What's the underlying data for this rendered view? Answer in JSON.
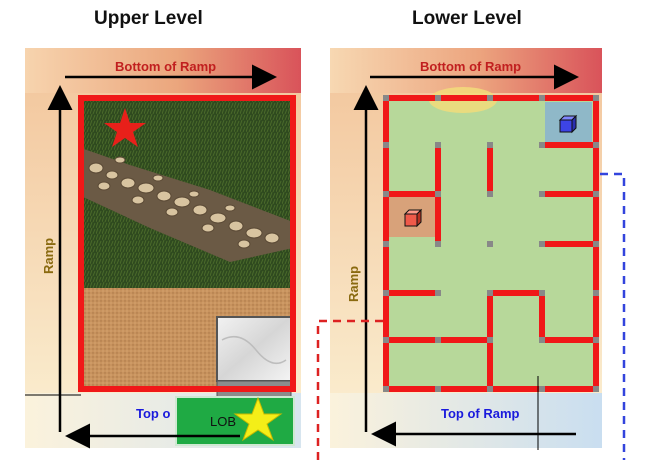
{
  "upper": {
    "title": "Upper Level",
    "bottom_label": "Bottom of Ramp",
    "top_label": "Top o",
    "side_label": "Ramp",
    "lobby_label": "LOB"
  },
  "lower": {
    "title": "Lower Level",
    "bottom_label": "Bottom of Ramp",
    "top_label": "Top of Ramp",
    "side_label": "Ramp"
  },
  "colors": {
    "wall_red": "#f01818",
    "maze_green": "#b7d89a",
    "ramp_label_red": "#c11f1f",
    "ramp_label_blue": "#1a1adc",
    "side_label_olive": "#8a6a10",
    "lobby_green": "#1faa44",
    "star_red": "#e8201a",
    "star_yellow": "#f4ee18",
    "dashed_red": "#dd2222",
    "dashed_blue": "#3344dd"
  }
}
